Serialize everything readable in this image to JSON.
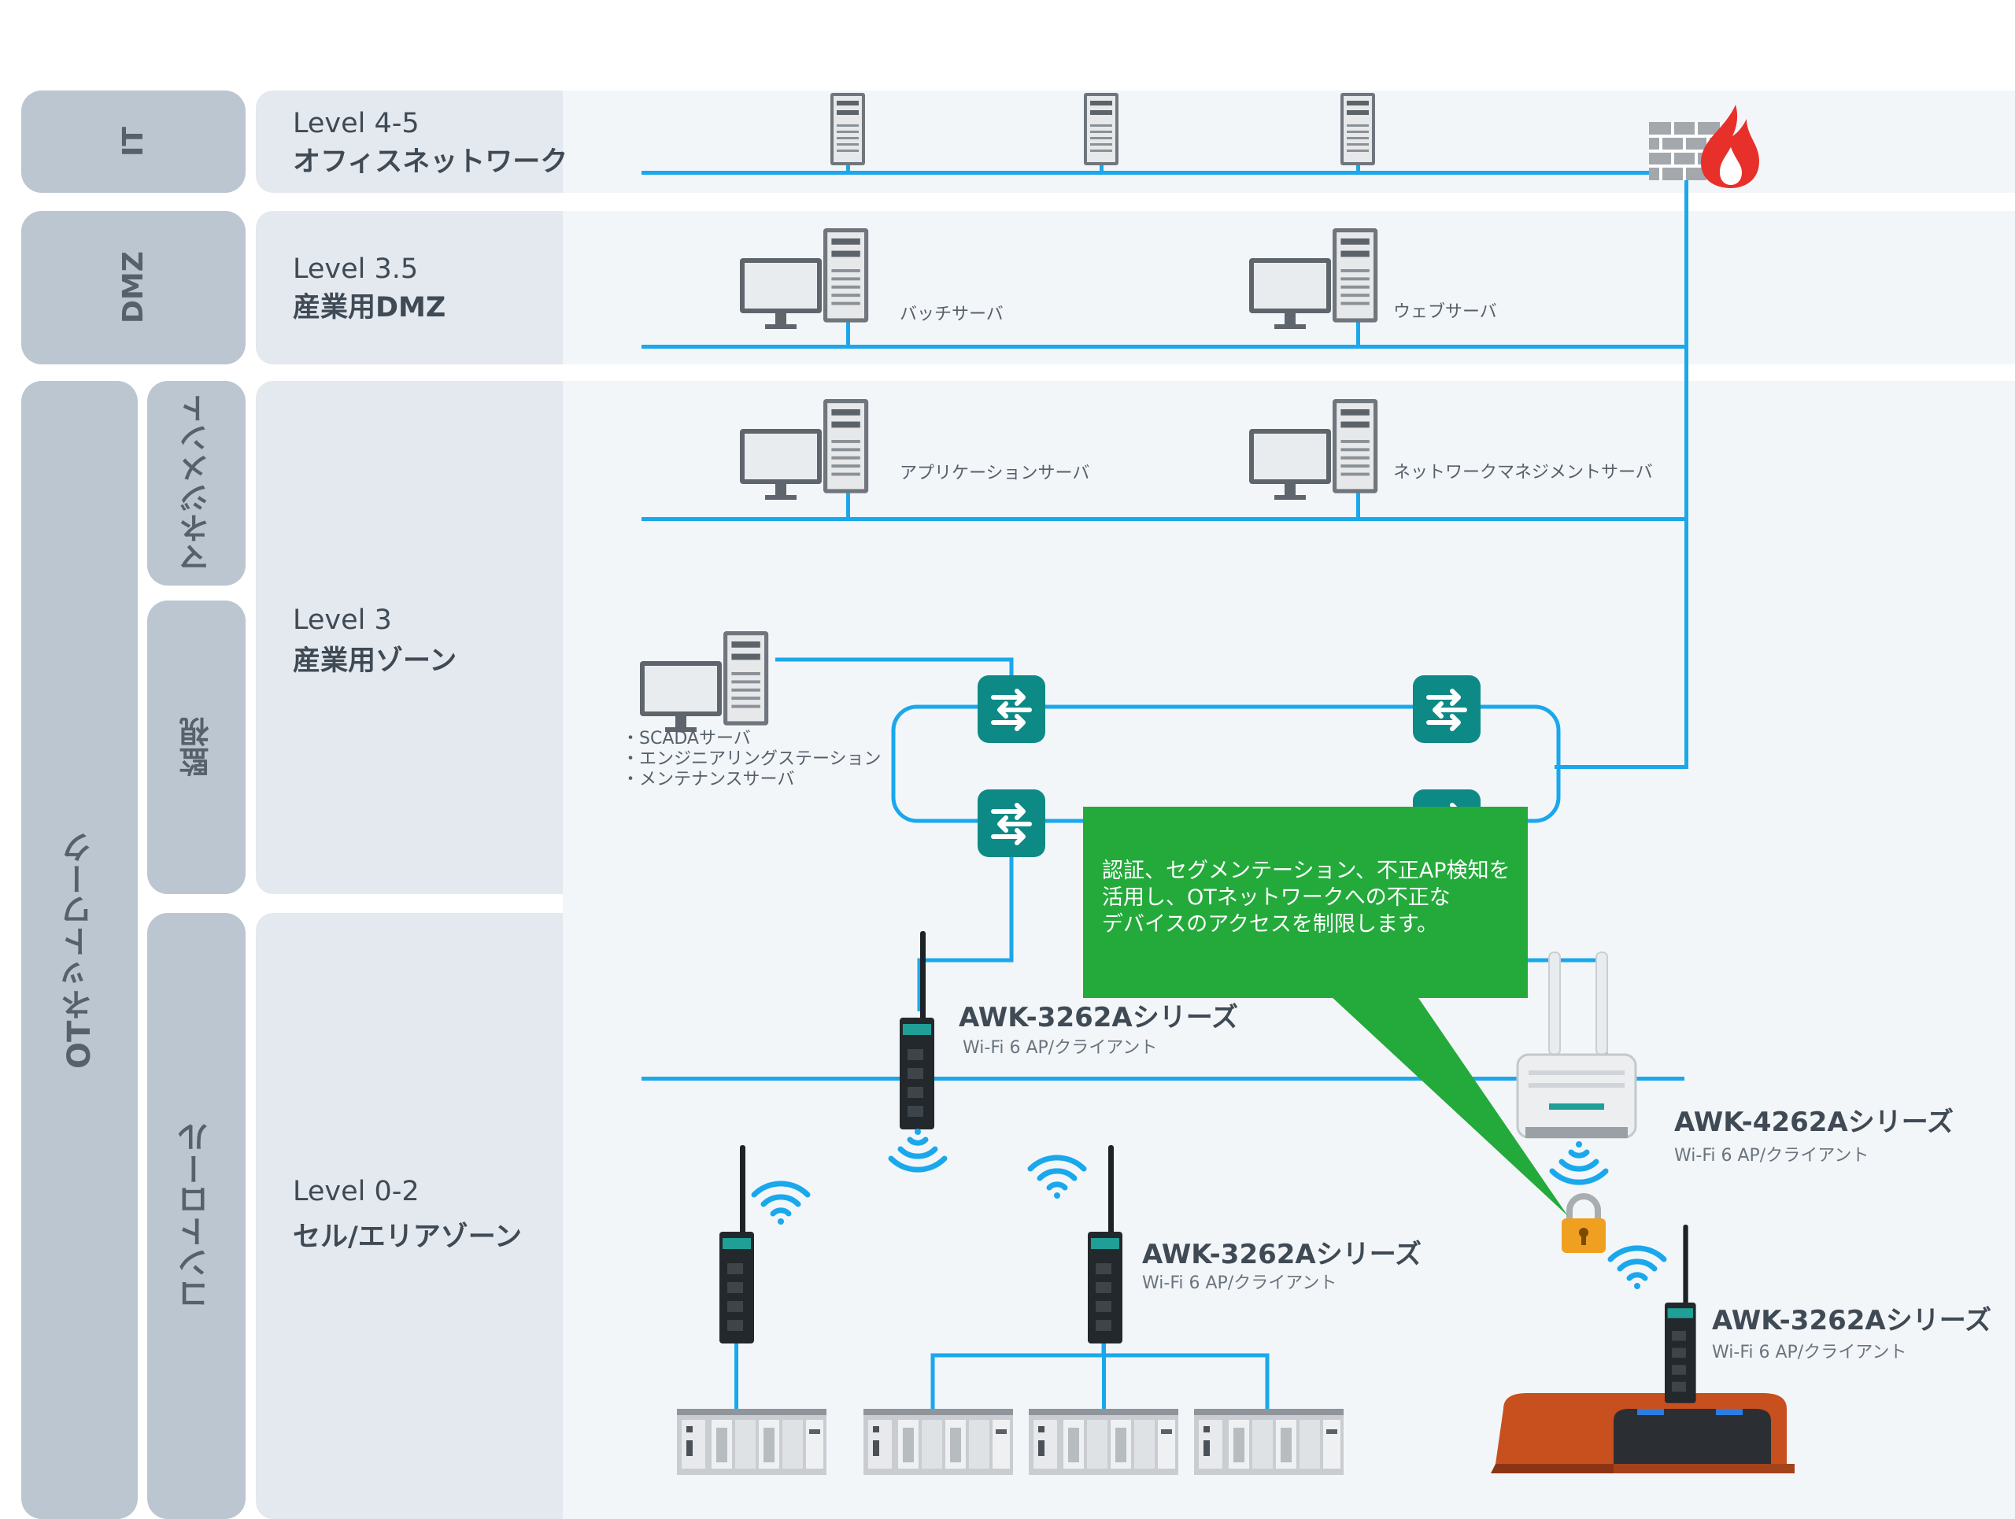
{
  "zones": {
    "it": "IT",
    "dmz": "DMZ",
    "ot": "OTネットワーク",
    "management": "マネジメント",
    "monitoring": "監視",
    "control": "コントロール"
  },
  "levels": {
    "l45_title": "Level 4-5",
    "l45_sub": "オフィスネットワーク",
    "l35_title": "Level 3.5",
    "l35_sub": "産業用DMZ",
    "l3_title": "Level 3",
    "l3_sub": "産業用ゾーン",
    "l02_title": "Level 0-2",
    "l02_sub": "セル/エリアゾーン"
  },
  "servers": {
    "batch": "バッチサーバ",
    "web": "ウェブサーバ",
    "application": "アプリケーションサーバ",
    "netmgmt": "ネットワークマネジメントサーバ",
    "scada_list": [
      "・SCADAサーバ",
      "・エンジニアリングステーション",
      "・メンテナンスサーバ"
    ]
  },
  "products": {
    "awk3262_name": "AWK-3262Aシリーズ",
    "awk4262_name": "AWK-4262Aシリーズ",
    "subtitle": "Wi-Fi 6 AP/クライアント"
  },
  "callout": {
    "lines": [
      "認証、セグメンテーション、不正AP検知を",
      "活用し、OTネットワークへの不正な",
      "デバイスのアクセスを制限します。"
    ]
  },
  "colors": {
    "network_line": "#1aa8ec",
    "switch": "#0e8a86",
    "callout": "#23aa3b",
    "zone_tab": "#bcc6d0",
    "firewall_flame": "#e8302a",
    "lock": "#f0a020",
    "robot": "#c8501e"
  }
}
